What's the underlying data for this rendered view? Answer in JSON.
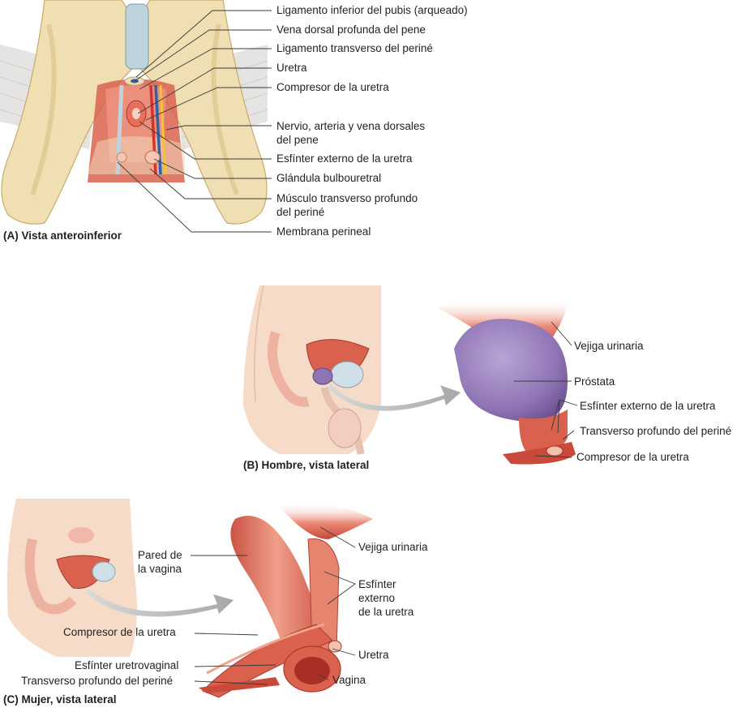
{
  "panel_a": {
    "caption": "(A)  Vista anteroinferior",
    "labels": [
      [
        "Ligamento inferior del pubis (arqueado)"
      ],
      [
        "Vena dorsal profunda del pene"
      ],
      [
        "Ligamento transverso del periné"
      ],
      [
        "Uretra"
      ],
      [
        "Compresor de la uretra"
      ],
      [
        "Nervio, arteria y vena dorsales",
        "del pene"
      ],
      [
        "Esfínter externo de la uretra"
      ],
      [
        "Glándula bulbouretral"
      ],
      [
        "Músculo transverso profundo",
        "del periné"
      ],
      [
        "Membrana perineal"
      ]
    ]
  },
  "panel_b": {
    "caption": "(B)  Hombre, vista lateral",
    "labels": [
      [
        "Vejiga urinaria"
      ],
      [
        "Próstata"
      ],
      [
        "Esfínter externo de la uretra"
      ],
      [
        "Transverso profundo del periné"
      ],
      [
        "Compresor de la uretra"
      ]
    ]
  },
  "panel_c": {
    "caption": "(C)  Mujer, vista lateral",
    "labels": [
      [
        "Pared de",
        "la vagina"
      ],
      [
        "Vejiga urinaria"
      ],
      [
        "Esfínter",
        "externo",
        "de la uretra"
      ],
      [
        "Compresor de la uretra"
      ],
      [
        "Uretra"
      ],
      [
        "Esfínter uretrovaginal"
      ],
      [
        "Vagina"
      ],
      [
        "Transverso profundo del periné"
      ]
    ]
  },
  "colors": {
    "bone": "#f1dfb4",
    "bone_shadow": "#d9bf86",
    "muscle": "#d9614d",
    "muscle_light": "#ec9a82",
    "prostate": "#9a80bd",
    "ligament": "#bfd3dc",
    "artery": "#d8322a",
    "vein": "#2f62a8",
    "nerve": "#f2c531",
    "skin": "#f6dcc8"
  }
}
